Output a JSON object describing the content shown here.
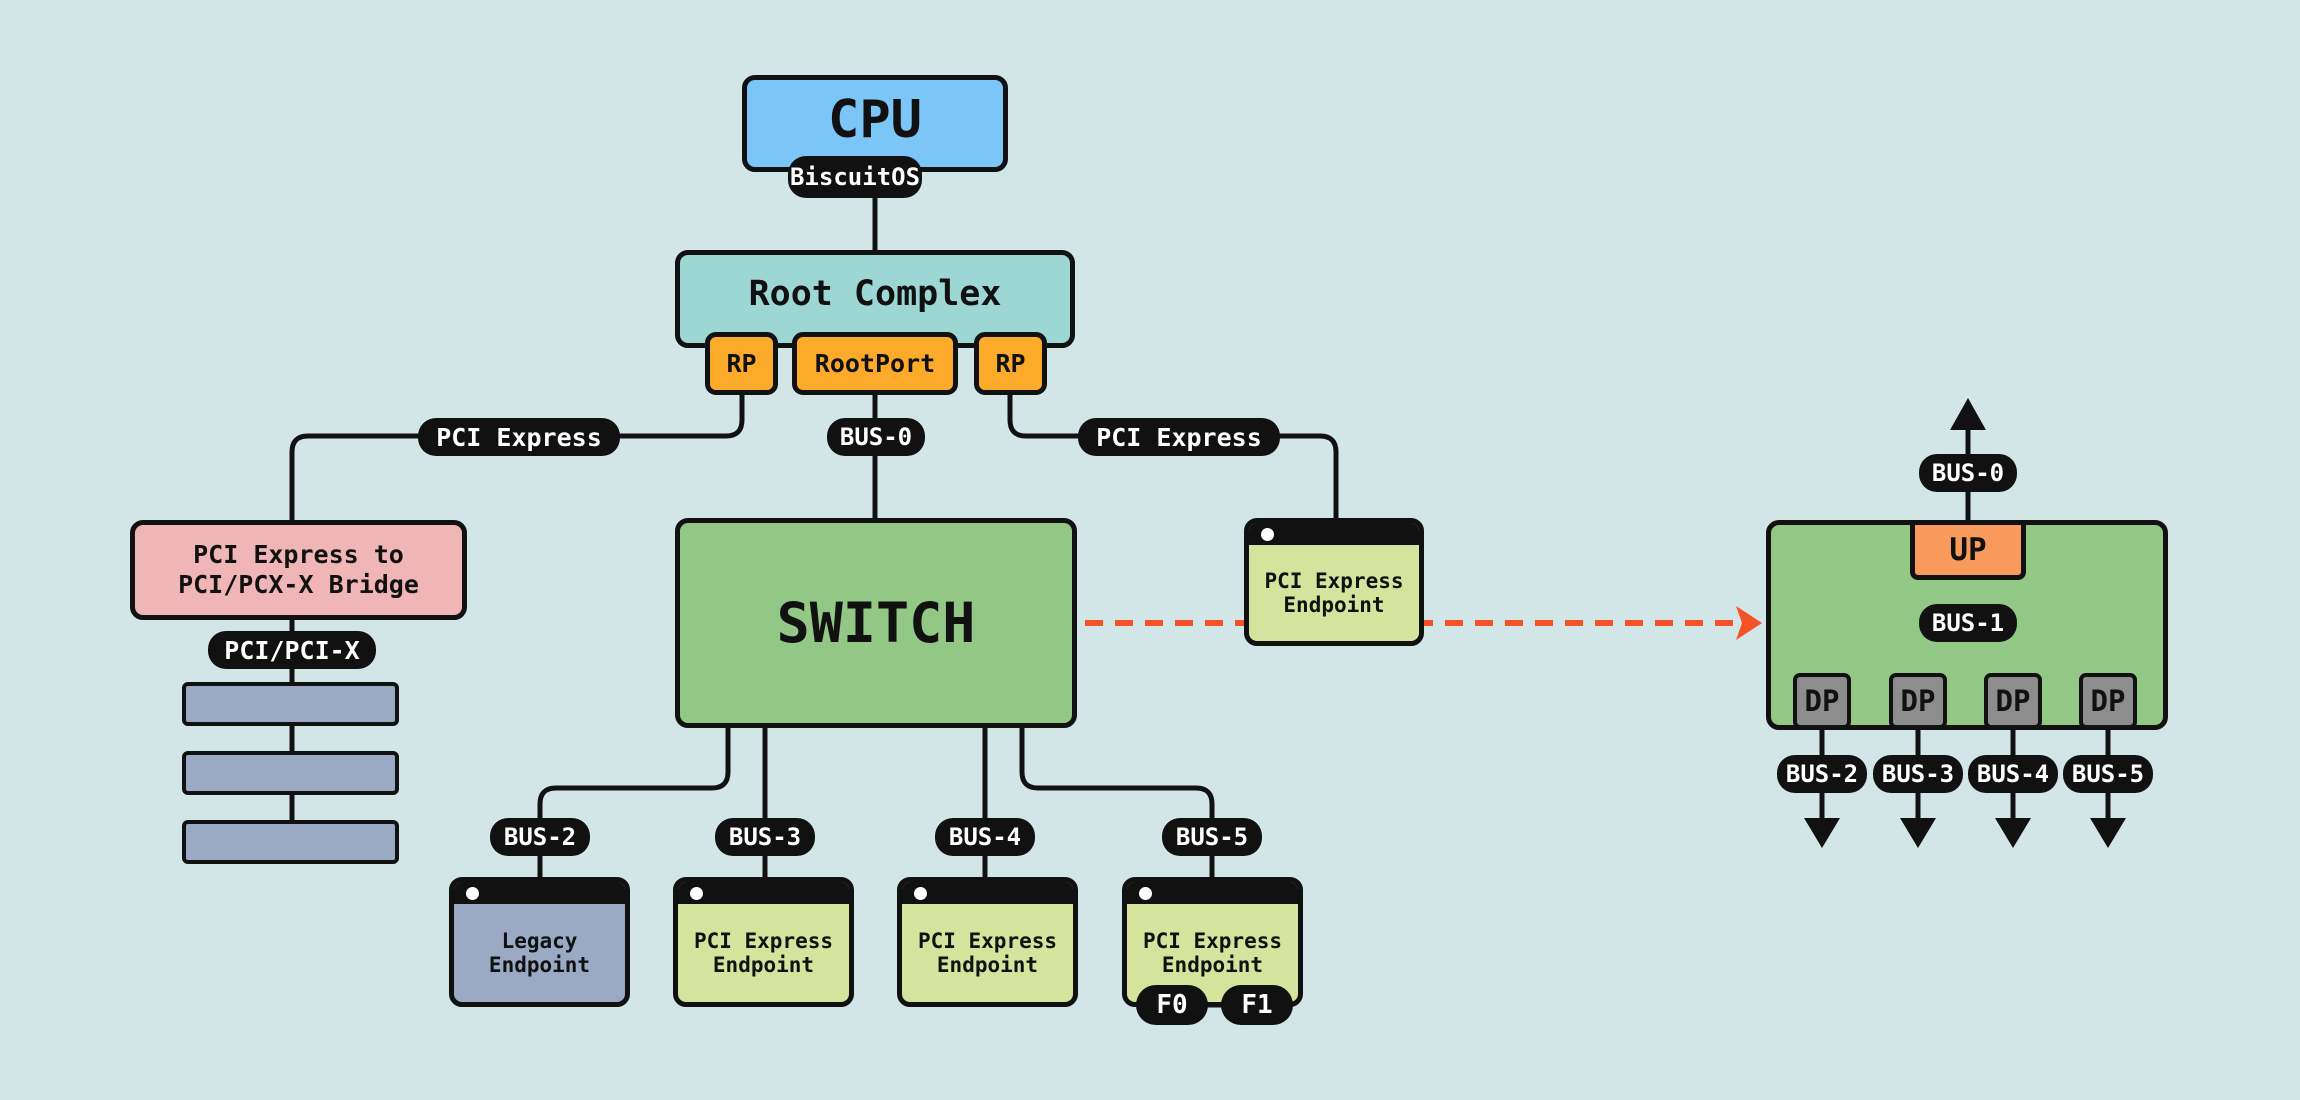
{
  "cpu": {
    "label": "CPU",
    "os_label": "BiscuitOS"
  },
  "root_complex": {
    "label": "Root Complex",
    "rp_left": "RP",
    "rootport": "RootPort",
    "rp_right": "RP"
  },
  "links": {
    "pci_express_left": "PCI Express",
    "bus0": "BUS-0",
    "pci_express_right": "PCI Express"
  },
  "bridge": {
    "label": "PCI Express to\nPCI/PCX-X Bridge",
    "bus_label": "PCI/PCI-X"
  },
  "switch": {
    "label": "SWITCH"
  },
  "right_endpoint": {
    "label": "PCI Express\nEndpoint"
  },
  "switch_buses": [
    "BUS-2",
    "BUS-3",
    "BUS-4",
    "BUS-5"
  ],
  "switch_endpoints": [
    {
      "label": "Legacy\nEndpoint",
      "color": "#9aaac5"
    },
    {
      "label": "PCI Express\nEndpoint",
      "color": "#d5e49c"
    },
    {
      "label": "PCI Express\nEndpoint",
      "color": "#d5e49c"
    },
    {
      "label": "PCI Express\nEndpoint",
      "color": "#d5e49c"
    }
  ],
  "functions": [
    "F0",
    "F1"
  ],
  "switch_detail": {
    "up_bus": "BUS-0",
    "up_label": "UP",
    "internal_bus": "BUS-1",
    "dp_labels": [
      "DP",
      "DP",
      "DP",
      "DP"
    ],
    "down_buses": [
      "BUS-2",
      "BUS-3",
      "BUS-4",
      "BUS-5"
    ]
  },
  "colors": {
    "background": "#d2e6e8",
    "cpu": "#7cc5f7",
    "root_complex": "#9dd7d4",
    "root_port": "#fcaa2a",
    "bridge": "#f0b5b7",
    "switch": "#92c786",
    "upstream_port": "#f99a5d",
    "downstream_port": "#8d8d8d",
    "pci_x_slot": "#9aaac5",
    "pcie_endpoint": "#d5e49c",
    "dashed_arrow": "#f4532a"
  }
}
